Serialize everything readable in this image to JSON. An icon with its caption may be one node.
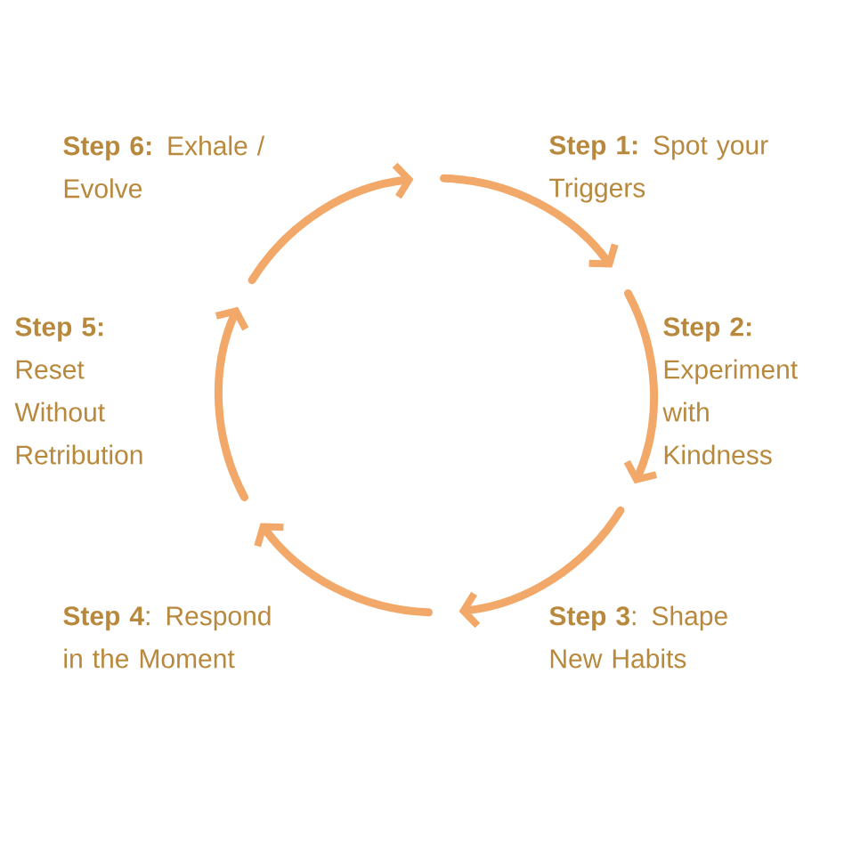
{
  "diagram": {
    "labels": [
      "**Step 1:** Spot your Triggers",
      "**Step 2:** Experiment with Kindness",
      "**Step 3**: Shape New Habits",
      "**Step 4**: Respond in the Moment",
      "**Step 5:** Reset Without Retribution",
      "**Step 6:** Exhale / Evolve"
    ]
  }
}
